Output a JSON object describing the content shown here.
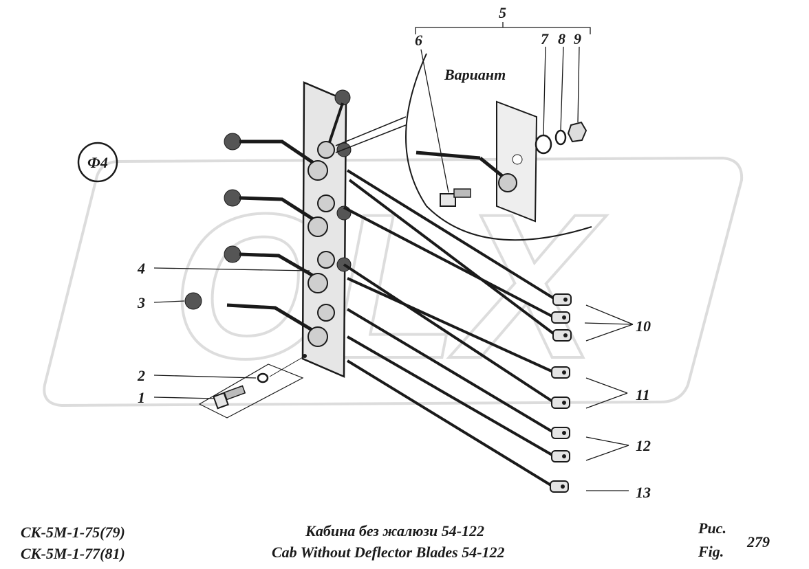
{
  "diagram": {
    "section_label": "Ф4",
    "variant_label": "Вариант",
    "watermark_text": "OLX",
    "callouts": [
      {
        "id": "c1",
        "label": "1"
      },
      {
        "id": "c2",
        "label": "2"
      },
      {
        "id": "c3",
        "label": "3"
      },
      {
        "id": "c4",
        "label": "4"
      },
      {
        "id": "c5",
        "label": "5"
      },
      {
        "id": "c6",
        "label": "6"
      },
      {
        "id": "c7",
        "label": "7"
      },
      {
        "id": "c8",
        "label": "8"
      },
      {
        "id": "c9",
        "label": "9"
      },
      {
        "id": "c10",
        "label": "10"
      },
      {
        "id": "c11",
        "label": "11"
      },
      {
        "id": "c12",
        "label": "12"
      },
      {
        "id": "c13",
        "label": "13"
      }
    ]
  },
  "footer": {
    "model_line1": "СК-5М-1-75(79)",
    "model_line2": "СК-5М-1-77(81)",
    "title_ru": "Кабина без жалюзи 54-122",
    "title_en": "Cab Without Deflector Blades 54-122",
    "fig_ru": "Рис.",
    "fig_en": "Fig.",
    "fig_number": "279"
  },
  "colors": {
    "ink": "#1a1a1a",
    "watermark": "#d9d9d9"
  }
}
